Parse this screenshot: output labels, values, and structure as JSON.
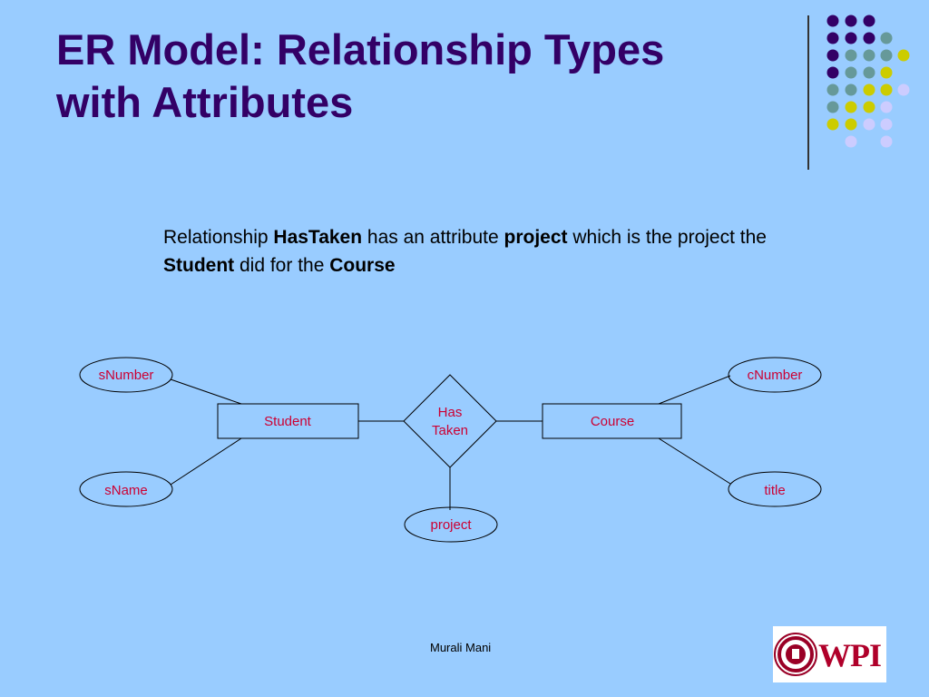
{
  "slide": {
    "title_line1": "ER Model: Relationship Types",
    "title_line2": "with Attributes",
    "text": {
      "p1": "Relationship ",
      "b1": "HasTaken",
      "p2": " has an attribute ",
      "b2": "project",
      "p3": " which is the project the ",
      "b3": "Student",
      "p4": " did for the ",
      "b4": "Course"
    },
    "footer": "Murali Mani",
    "logo_text": "WPI"
  },
  "diagram": {
    "entities": {
      "student": "Student",
      "course": "Course"
    },
    "relationship": {
      "line1": "Has",
      "line2": "Taken"
    },
    "attributes": {
      "snumber": "sNumber",
      "sname": "sName",
      "cnumber": "cNumber",
      "title": "title",
      "project": "project"
    }
  },
  "colors": {
    "background": "#99ccff",
    "title": "#330066",
    "diagram_label": "#cc0033",
    "dot_purple": "#330066",
    "dot_teal": "#669999",
    "dot_yellow": "#cccc00",
    "dot_lavender": "#ccccff"
  }
}
